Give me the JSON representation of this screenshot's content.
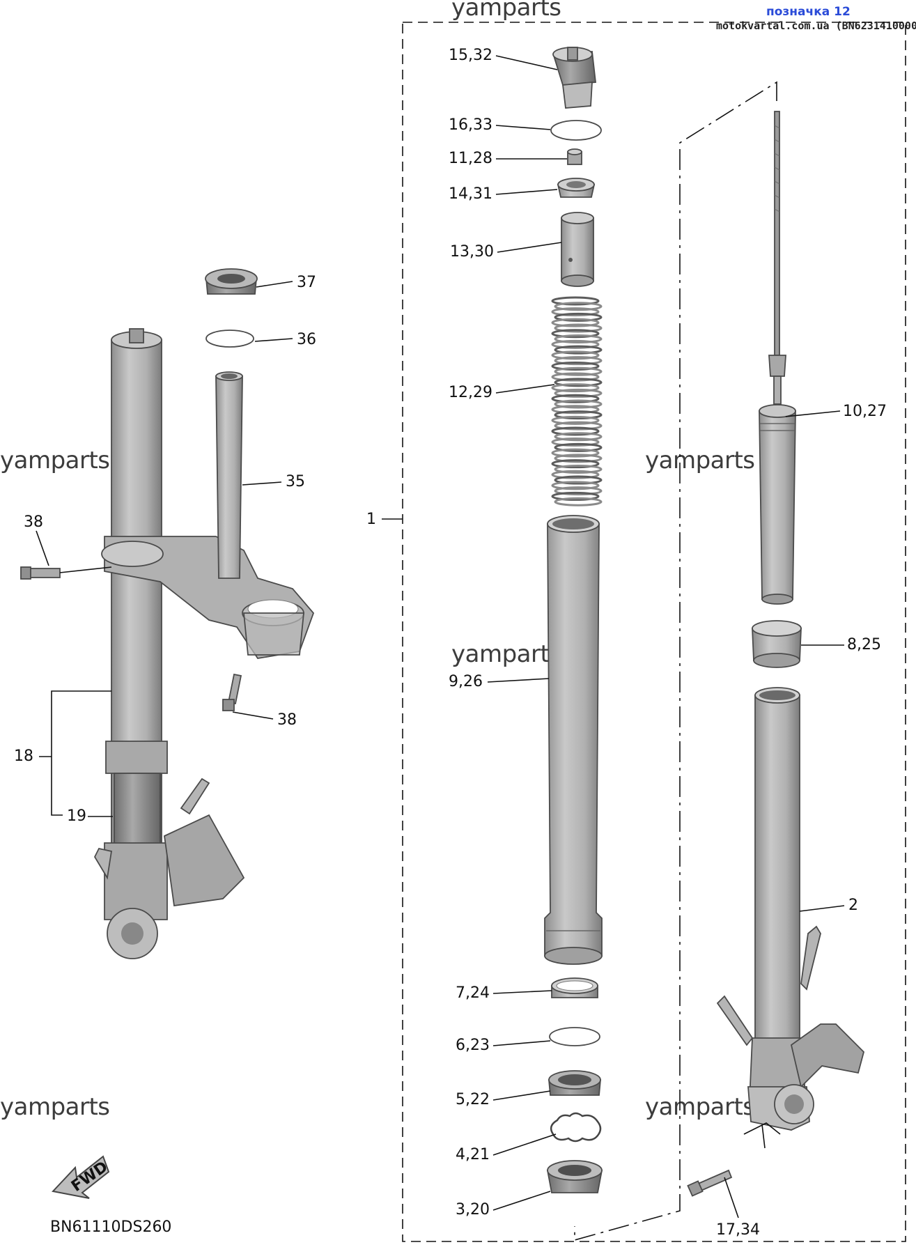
{
  "header": {
    "tag": "позначка 12",
    "meta": "motokvartal.com.ua (BN6231410000)"
  },
  "watermark": "yamparts",
  "diagram_code": "BN61110DS260",
  "fwd_label": "FWD",
  "callouts": {
    "c_15_32": "15,32",
    "c_16_33": "16,33",
    "c_11_28": "11,28",
    "c_14_31": "14,31",
    "c_13_30": "13,30",
    "c_12_29": "12,29",
    "c_9_26": "9,26",
    "c_7_24": "7,24",
    "c_6_23": "6,23",
    "c_5_22": "5,22",
    "c_4_21": "4,21",
    "c_3_20": "3,20",
    "c_10_27": "10,27",
    "c_8_25": "8,25",
    "c_2": "2",
    "c_17_34": "17,34",
    "c_1": "1",
    "c_37": "37",
    "c_36": "36",
    "c_35": "35",
    "c_38a": "38",
    "c_38b": "38",
    "c_18": "18",
    "c_19": "19"
  },
  "colors": {
    "part_fill": "#b8b8b8",
    "part_dark": "#8c8c8c",
    "part_light": "#d6d6d6",
    "ink": "#111111",
    "tag": "#2a4bd8"
  }
}
